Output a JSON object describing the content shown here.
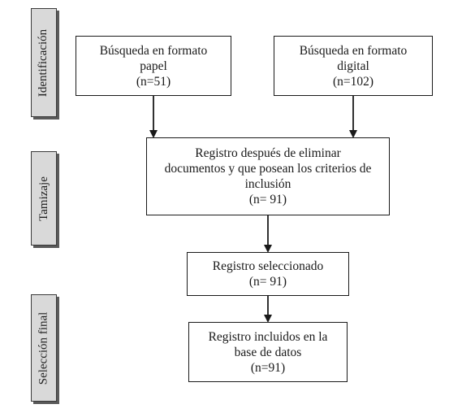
{
  "stages": {
    "identification": "Identificación",
    "screening": "Tamizaje",
    "final": "Selección final"
  },
  "boxes": {
    "paper_search": {
      "lines": [
        "Búsqueda en formato",
        "papel",
        "(n=51)"
      ]
    },
    "digital_search": {
      "lines": [
        "Búsqueda en formato",
        "digital",
        "(n=102)"
      ]
    },
    "screened": {
      "lines": [
        "Registro después de eliminar",
        "documentos y que posean los criterios de",
        "inclusión",
        "(n= 91)"
      ]
    },
    "selected": {
      "lines": [
        "Registro seleccionado",
        "(n= 91)"
      ]
    },
    "included": {
      "lines": [
        "Registro incluidos en la",
        "base de datos",
        "(n=91)"
      ]
    }
  }
}
